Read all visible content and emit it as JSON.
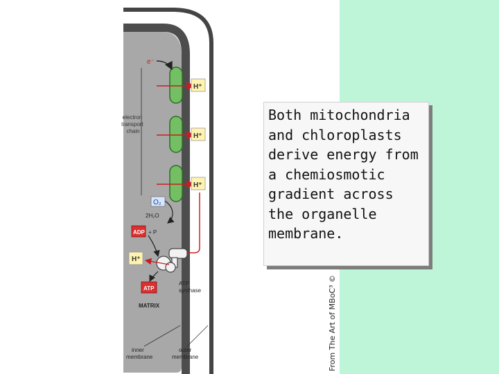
{
  "slide": {
    "caption": "Both mitochondria\nand chloroplasts\nderive energy from\na chemiosmotic\ngradient across\nthe organelle\nmembrane.",
    "credit": "From The Art of MBoC³ ©",
    "colors": {
      "right_panel": "#bef5d8",
      "matrix": "#a8a8a8",
      "membrane": "#4d4d4d",
      "protein_complex": "#74bf63",
      "arrow_red": "#c81e1e"
    }
  },
  "diagram": {
    "electron": "e⁻",
    "proton_label": "H⁺",
    "etc_label": "electron\ntransport\nchain",
    "oxygen": "O₂",
    "water": "2H₂O",
    "adp": "ADP",
    "plus_pi": "+ P",
    "proton_matrix": "H⁺",
    "atp": "ATP",
    "atp_synthase": "ATP\nsynthase",
    "matrix": "MATRIX",
    "inner_membrane": "inner\nmembrane",
    "outer_membrane": "outer\nmembrane"
  }
}
